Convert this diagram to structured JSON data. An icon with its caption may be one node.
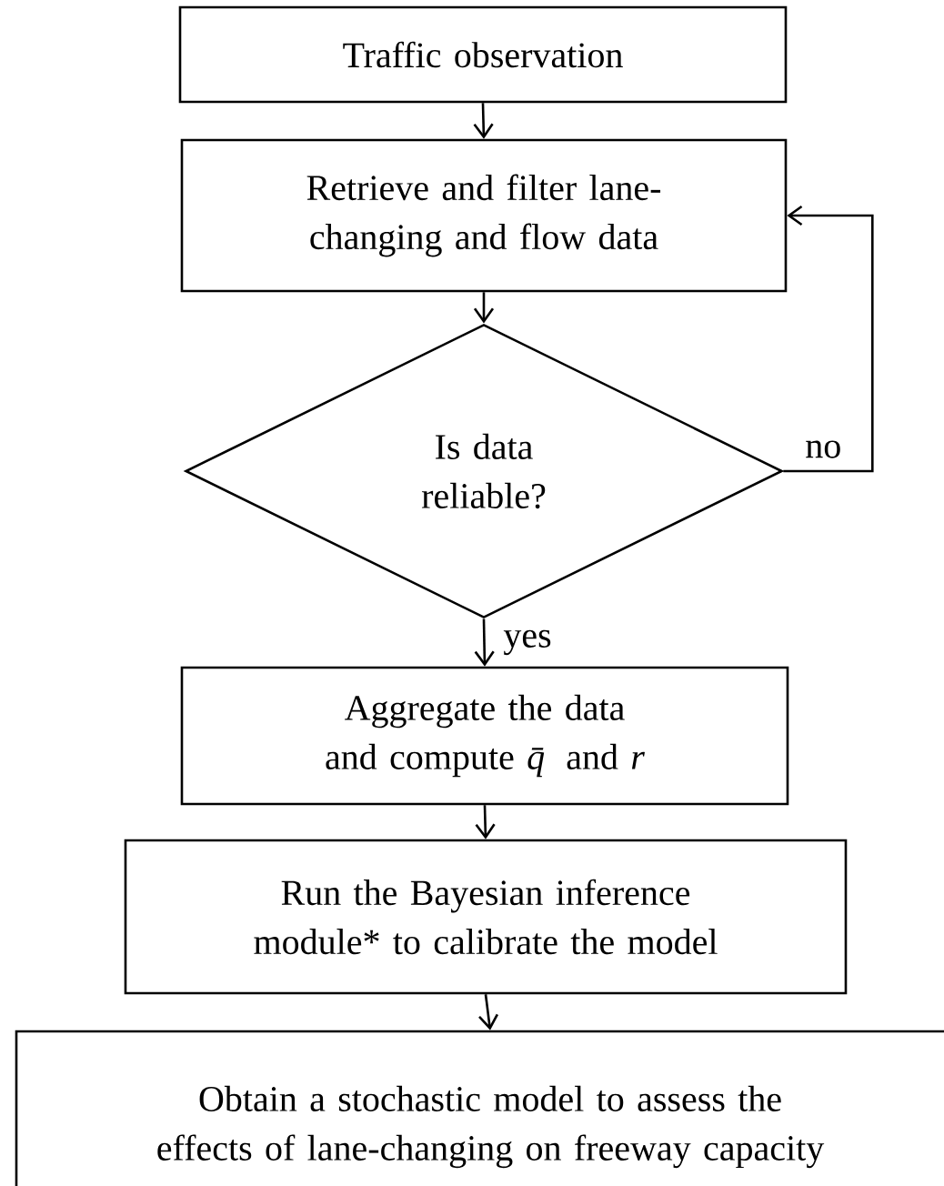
{
  "diagram": {
    "nodes": [
      {
        "text": [
          "Traffic observation"
        ]
      },
      {
        "text": [
          "Retrieve and filter lane-changing and flow data"
        ]
      },
      {
        "text": [
          "Is data reliable?"
        ]
      },
      {
        "text": [
          "Aggregate the data and compute *q̄* and *r*"
        ]
      },
      {
        "text": [
          "Run the Bayesian inference module* to calibrate the model"
        ]
      },
      {
        "text": [
          "Obtain a stochastic model to assess the effects of lane-changing on freeway capacity"
        ]
      }
    ],
    "edges": [
      {
        "from": 0,
        "to": 1,
        "arrow": "to"
      },
      {
        "from": 1,
        "to": 2,
        "arrow": "to"
      },
      {
        "from": 2,
        "to": 1,
        "arrow": "to",
        "label": "no"
      },
      {
        "from": 2,
        "to": 3,
        "arrow": "to",
        "label": "yes"
      },
      {
        "from": 3,
        "to": 4,
        "arrow": "to"
      },
      {
        "from": 4,
        "to": 5,
        "arrow": "to"
      }
    ]
  }
}
